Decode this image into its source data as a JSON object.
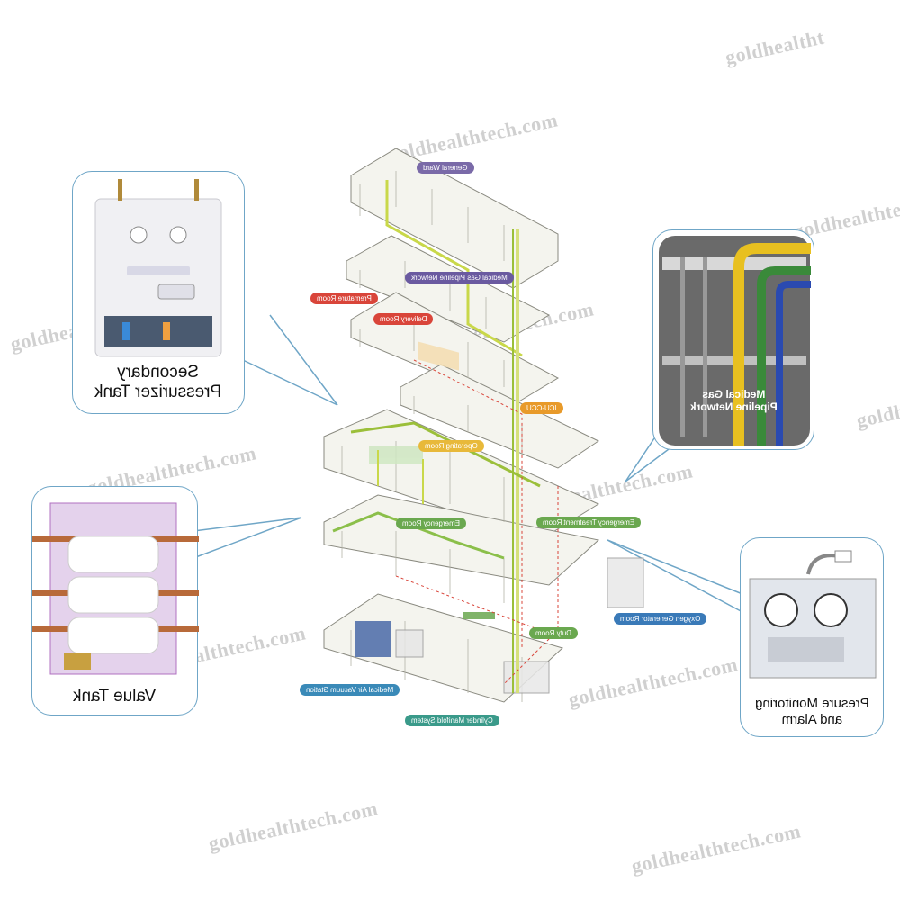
{
  "callouts": {
    "secondary_tank": "Secondary\nPressurizer Tank",
    "medical_gas": "Medical Gas\nPipeline Network",
    "value_tank": "Value Tank",
    "pressure_monitor": "Presure Monitoring\nand Alarm"
  },
  "room_tags": [
    {
      "label": "General Ward",
      "color": "#7a6aa8"
    },
    {
      "label": "Medical Gas Pipeline Network",
      "color": "#6a5aa0"
    },
    {
      "label": "Premature Room",
      "color": "#d9453a"
    },
    {
      "label": "Delivery Room",
      "color": "#d9453a"
    },
    {
      "label": "ICU-CCU",
      "color": "#e89a2a"
    },
    {
      "label": "Operating Room",
      "color": "#e8b93a"
    },
    {
      "label": "Emergency Room",
      "color": "#6aa84f"
    },
    {
      "label": "Emergency Treatment Room",
      "color": "#6aa84f"
    },
    {
      "label": "Oxygen Generator Room",
      "color": "#3a7ab8"
    },
    {
      "label": "Duty Room",
      "color": "#6aa84f"
    },
    {
      "label": "Medical Air Vacuum Station",
      "color": "#3a8ab8"
    },
    {
      "label": "Cylinder Manifold System",
      "color": "#3a9a8a"
    }
  ],
  "watermark": "goldhealthtech.com",
  "watermark_partial": "goldhealtht"
}
